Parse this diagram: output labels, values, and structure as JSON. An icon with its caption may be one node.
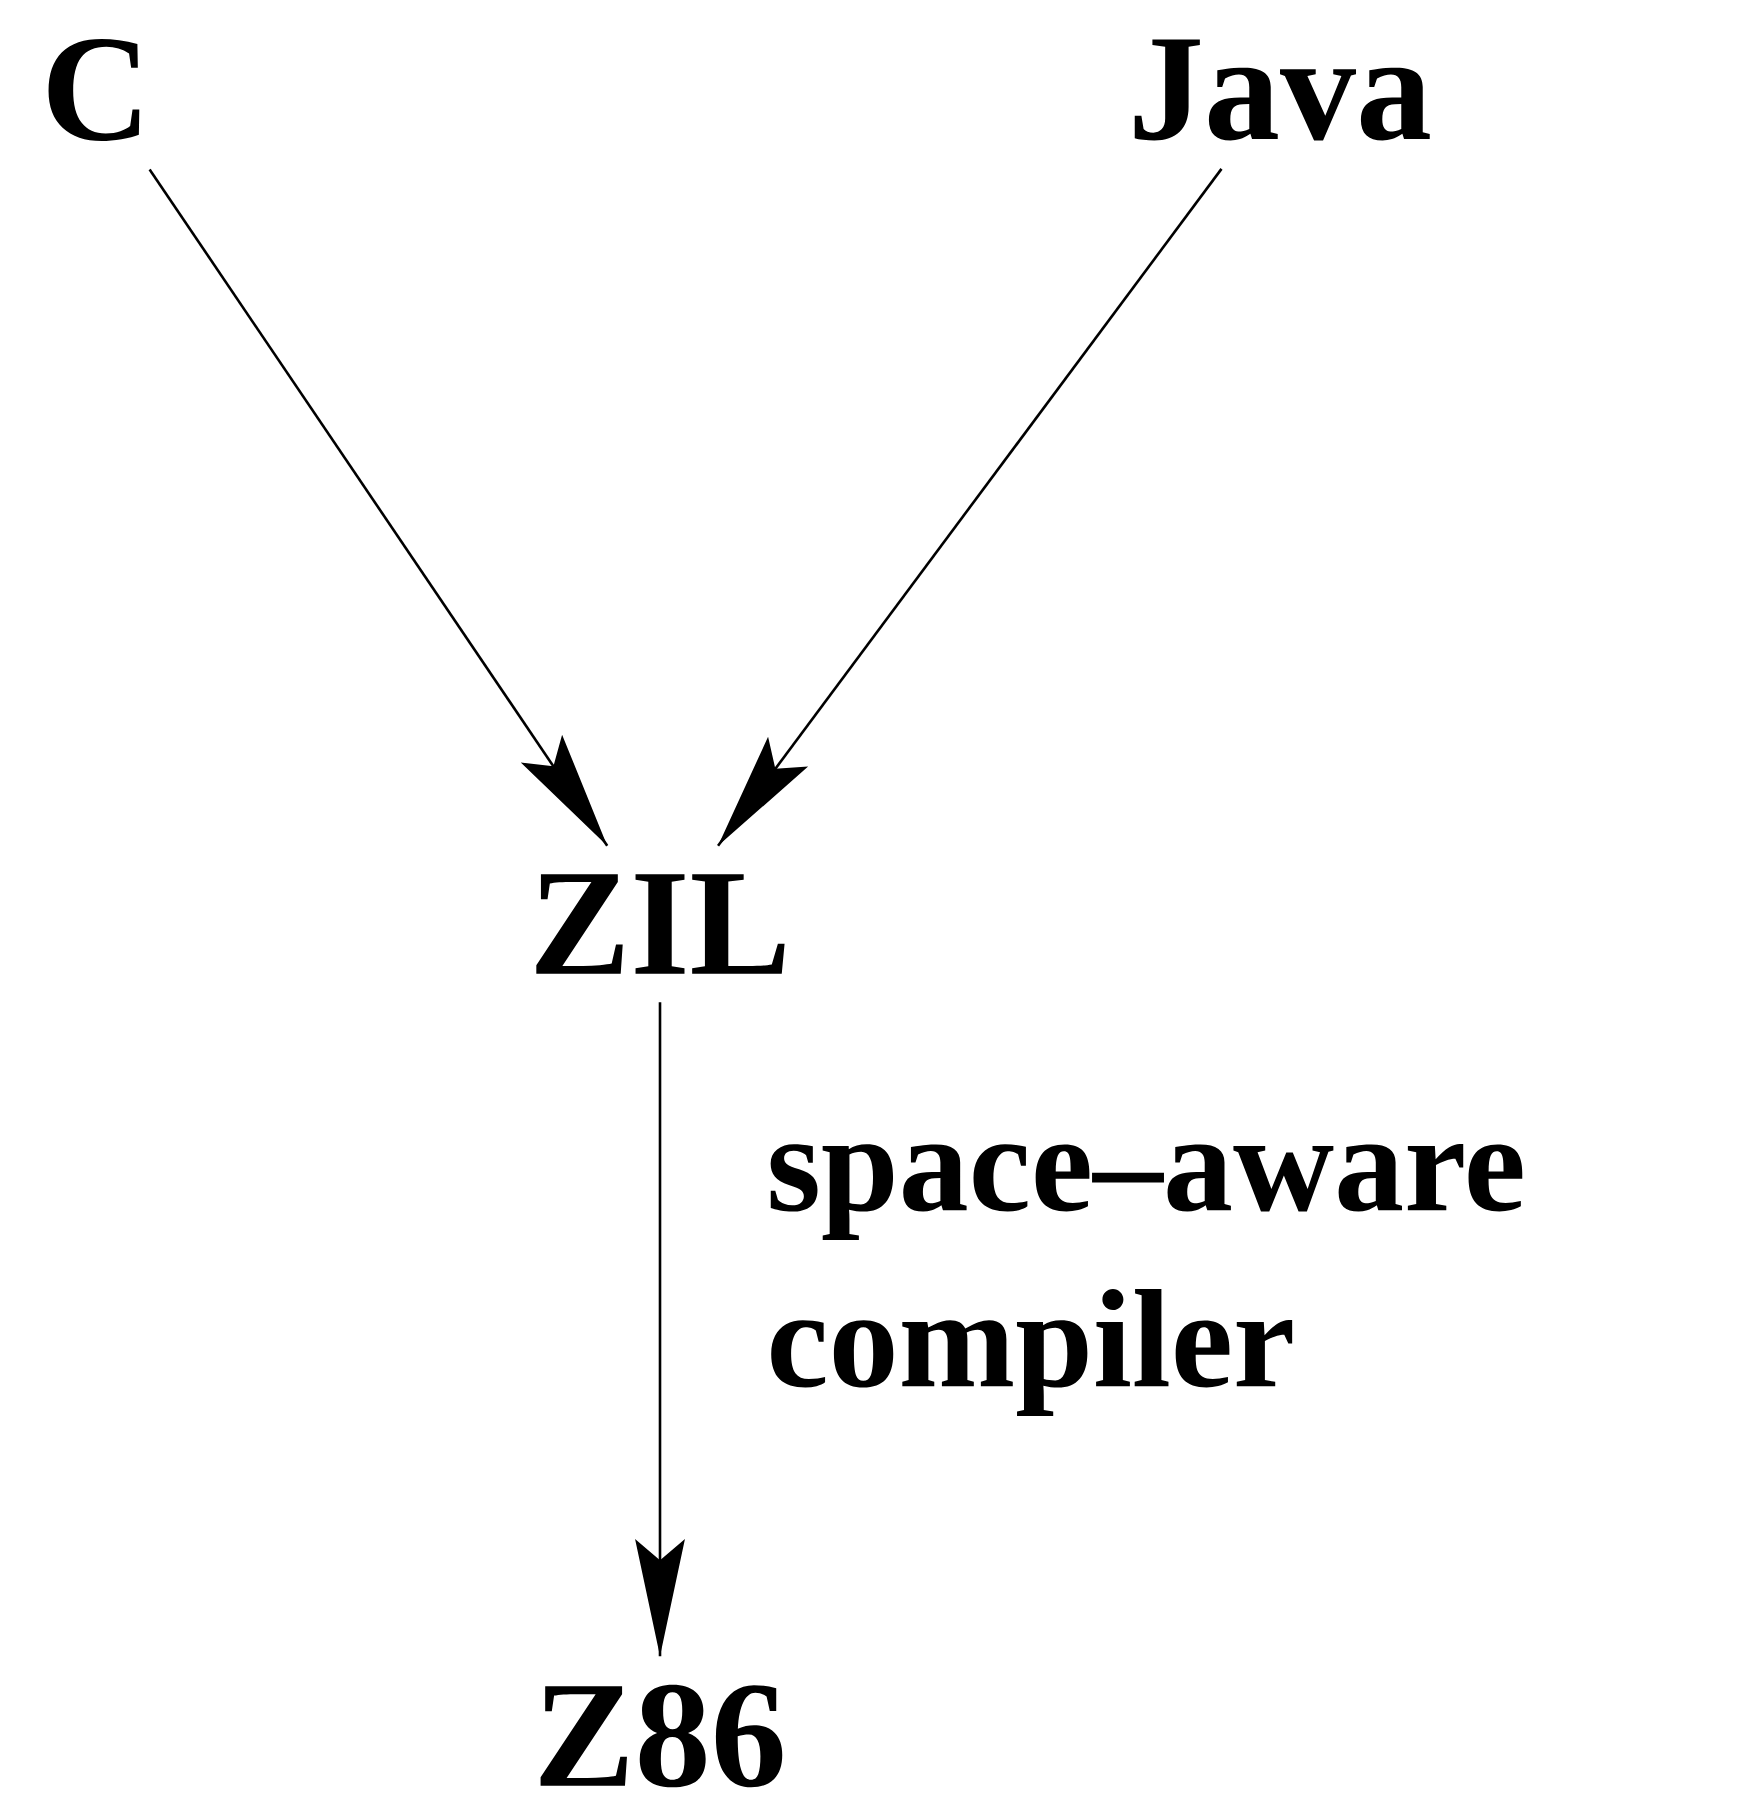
{
  "diagram": {
    "nodes": [
      {
        "text": [
          "C"
        ]
      },
      {
        "text": [
          "Java"
        ]
      },
      {
        "text": [
          "ZIL"
        ]
      },
      {
        "text": [
          "Z86"
        ]
      }
    ],
    "edges": [
      {
        "from": 0,
        "to": 2,
        "arrow": "to"
      },
      {
        "from": 1,
        "to": 2,
        "arrow": "to"
      },
      {
        "from": 2,
        "to": 3,
        "arrow": "to",
        "label": "space–aware compiler"
      }
    ]
  }
}
